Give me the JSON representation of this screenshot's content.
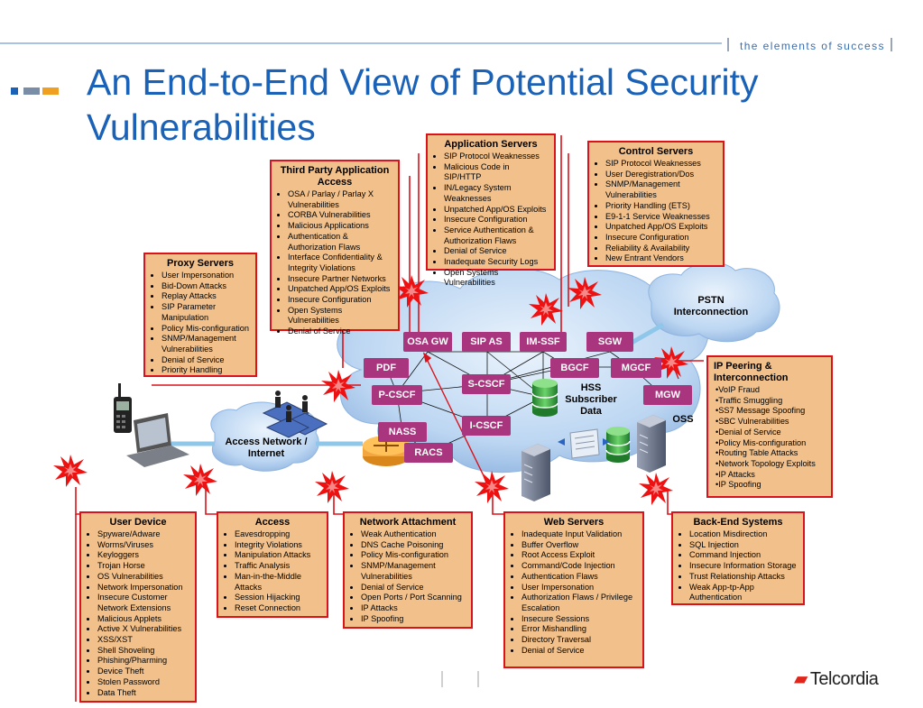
{
  "header": {
    "title": "An End-to-End View of Potential Security Vulnerabilities",
    "tagline": "the elements of success"
  },
  "logo": {
    "text": "Telcordia",
    "mark": "▰"
  },
  "colors": {
    "box_fill": "#f2c08a",
    "box_border": "#d8131b",
    "node_fill": "#a8357e",
    "title": "#1a62b8",
    "cloud": "#bcd6f2"
  },
  "nodes": {
    "osa_gw": "OSA GW",
    "sip_as": "SIP AS",
    "im_ssf": "IM-SSF",
    "sgw": "SGW",
    "pdf": "PDF",
    "bgcf": "BGCF",
    "mgcf": "MGCF",
    "p_cscf": "P-CSCF",
    "s_cscf": "S-CSCF",
    "mgw": "MGW",
    "nass": "NASS",
    "i_cscf": "I-CSCF",
    "racs": "RACS"
  },
  "cloud_labels": {
    "pstn": "PSTN Interconnection",
    "access_network": "Access Network / Internet",
    "hss": "HSS Subscriber Data",
    "oss": "OSS"
  },
  "boxes": {
    "third_party": {
      "title": "Third Party Application Access",
      "items": [
        "OSA / Parlay / Parlay X Vulnerabilities",
        "CORBA Vulnerabilities",
        "Malicious Applications",
        "Authentication & Authorization Flaws",
        "Interface Confidentiality & Integrity Violations",
        "Insecure Partner Networks",
        "Unpatched App/OS Exploits",
        "Insecure Configuration",
        "Open Systems Vulnerabilities",
        "Denial of Service"
      ]
    },
    "app_servers": {
      "title": "Application Servers",
      "items": [
        "SIP Protocol Weaknesses",
        "Malicious Code in SIP/HTTP",
        "IN/Legacy System Weaknesses",
        "Unpatched App/OS Exploits",
        "Insecure Configuration",
        "Service Authentication & Authorization Flaws",
        "Denial of Service",
        "Inadequate Security Logs",
        "Open Systems Vulnerabilities"
      ]
    },
    "control_servers": {
      "title": "Control Servers",
      "items": [
        "SIP Protocol Weaknesses",
        "User Deregistration/Dos",
        "SNMP/Management Vulnerabilities",
        "Priority Handling (ETS)",
        "E9-1-1 Service Weaknesses",
        "Unpatched App/OS Exploits",
        "Insecure Configuration",
        "Reliability & Availability",
        "New Entrant Vendors"
      ]
    },
    "proxy_servers": {
      "title": "Proxy Servers",
      "items": [
        "User Impersonation",
        "Bid-Down Attacks",
        "Replay Attacks",
        "SIP Parameter Manipulation",
        "Policy Mis-configuration",
        "SNMP/Management Vulnerabilities",
        "Denial of Service",
        "Priority Handling"
      ]
    },
    "ip_peering": {
      "title": "IP Peering & Interconnection",
      "items": [
        "•VoIP Fraud",
        "•Traffic Smuggling",
        "•SS7 Message Spoofing",
        "•SBC Vulnerabilities",
        "•Denial of Service",
        "•Policy Mis-configuration",
        "•Routing Table Attacks",
        "•Network Topology Exploits",
        "•IP Attacks",
        "•IP Spoofing"
      ]
    },
    "user_device": {
      "title": "User Device",
      "items": [
        "Spyware/Adware",
        "Worms/Viruses",
        "Keyloggers",
        "Trojan Horse",
        "OS Vulnerabilities",
        "Network Impersonation",
        "Insecure Customer Network Extensions",
        "Malicious Applets",
        "Active X Vulnerabilities",
        "XSS/XST",
        "Shell Shoveling",
        "Phishing/Pharming",
        "Device Theft",
        "Stolen Password",
        "Data Theft"
      ]
    },
    "access": {
      "title": "Access",
      "items": [
        "Eavesdropping",
        "Integrity Violations",
        "Manipulation Attacks",
        "Traffic Analysis",
        "Man-in-the-Middle Attacks",
        "Session Hijacking",
        "Reset Connection"
      ]
    },
    "network_attachment": {
      "title": "Network Attachment",
      "items": [
        "Weak Authentication",
        "DNS Cache Poisoning",
        "Policy Mis-configuration",
        "SNMP/Management Vulnerabilities",
        "Denial of Service",
        "Open Ports / Port Scanning",
        "IP Attacks",
        "IP Spoofing"
      ]
    },
    "web_servers": {
      "title": "Web Servers",
      "items": [
        "Inadequate Input Validation",
        "Buffer Overflow",
        "Root Access Exploit",
        "Command/Code Injection",
        "Authentication Flaws",
        "User Impersonation",
        "Authorization Flaws / Privilege Escalation",
        "Insecure Sessions",
        "Error Mishandling",
        "Directory Traversal",
        "Denial of Service"
      ]
    },
    "backend": {
      "title": "Back-End Systems",
      "items": [
        "Location Misdirection",
        "SQL Injection",
        "Command Injection",
        "Insecure Information Storage",
        "Trust Relationship Attacks",
        "Weak App-tp-App Authentication"
      ]
    }
  }
}
